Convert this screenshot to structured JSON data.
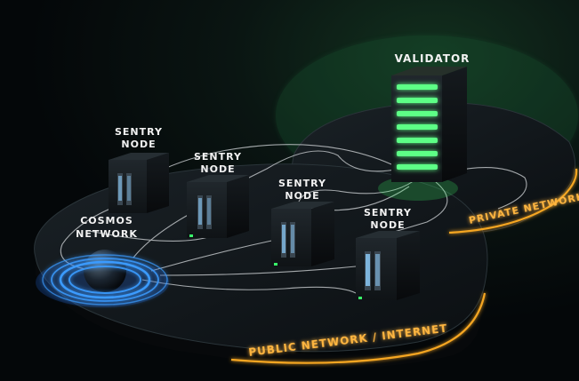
{
  "labels": {
    "validator": "VALIDATOR",
    "sentry_line1": "SENTRY",
    "sentry_line2": "NODE",
    "cosmos_line1": "COSMOS",
    "cosmos_line2": "NETWORK",
    "private_network": "PRIVATE NETWORK",
    "public_network": "PUBLIC NETWORK / INTERNET"
  },
  "colors": {
    "background": "#05090b",
    "platform": "#111619",
    "platform_edge_glow": "#f5a623",
    "validator_glow": "#39ff6a",
    "cosmos_glow": "#2f8cff",
    "sentry_led": "#8fd0ff",
    "label_text": "#f2f2f2"
  },
  "icons": {
    "validator": "server-rack-icon",
    "sentry_nodes": "server-tower-icon",
    "cosmos_network": "ringed-planet-icon"
  }
}
